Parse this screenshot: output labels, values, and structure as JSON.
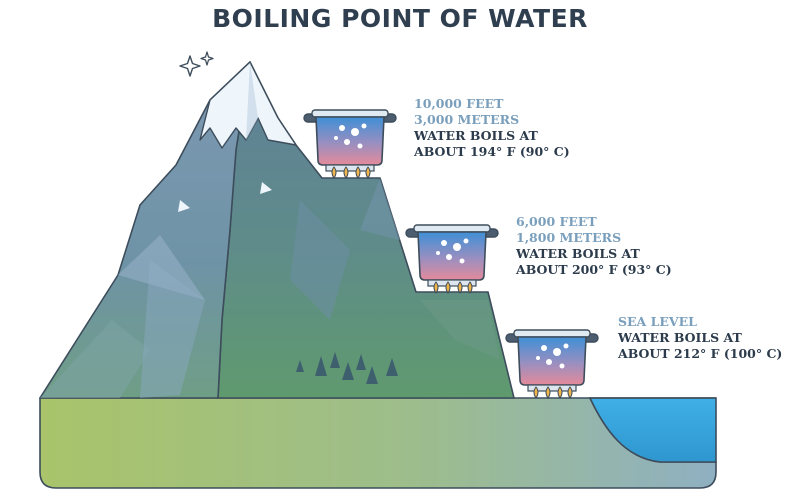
{
  "title": "BOILING POINT OF WATER",
  "levels": [
    {
      "alt_feet": "10,000 FEET",
      "alt_meters": "3,000 METERS",
      "boil_line1": "WATER BOILS AT",
      "boil_line2": "ABOUT 194° F (90° C)"
    },
    {
      "alt_feet": "6,000 FEET",
      "alt_meters": "1,800 METERS",
      "boil_line1": "WATER BOILS AT",
      "boil_line2": "ABOUT 200° F (93° C)"
    },
    {
      "alt_feet": "SEA LEVEL",
      "boil_line1": "WATER BOILS AT",
      "boil_line2": "ABOUT 212° F (100° C)"
    }
  ],
  "colors": {
    "title": "#2f3f50",
    "altitude_text": "#7a9fbc",
    "boil_text": "#2c3b4c",
    "outline": "#3d4d5c",
    "sea": "#38a9e0",
    "snow": "#eef5fb",
    "ground_left": "#a9c46a",
    "ground_right": "#8fb0c2"
  }
}
